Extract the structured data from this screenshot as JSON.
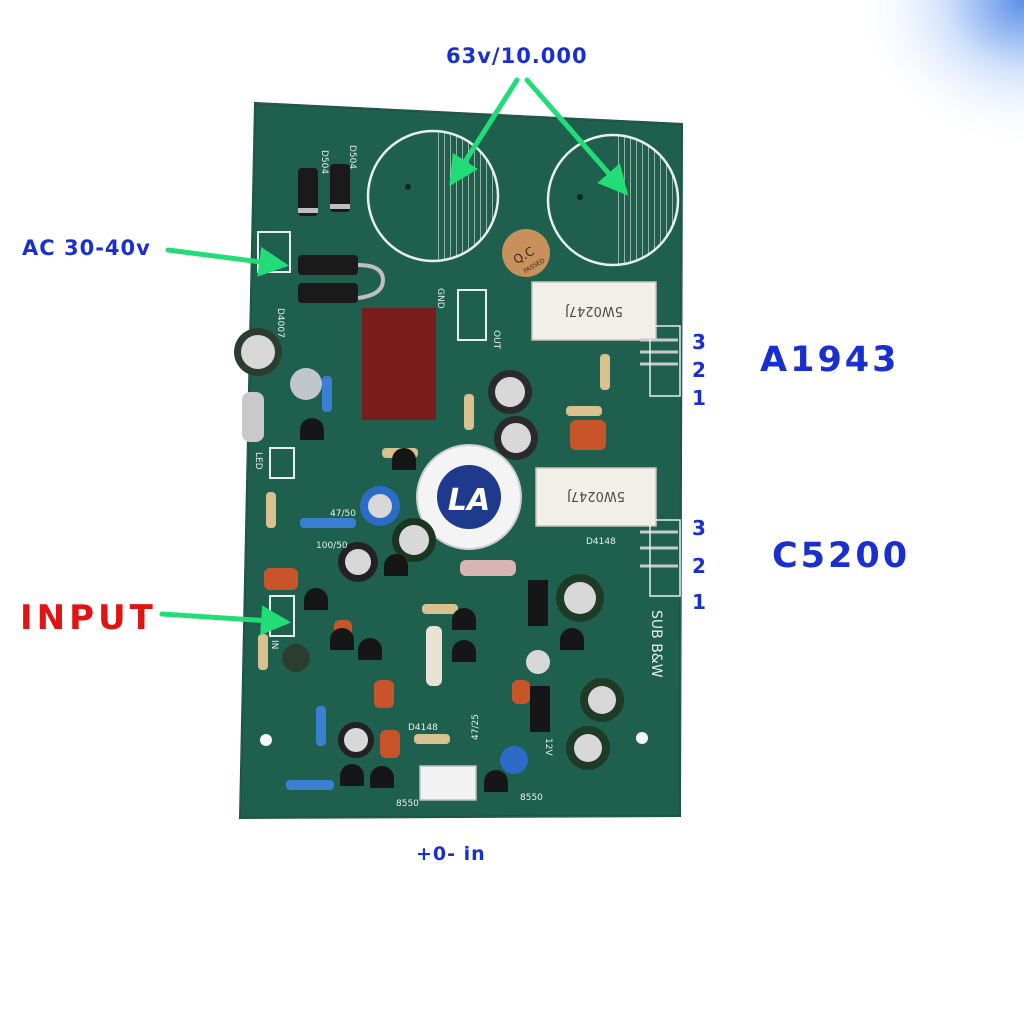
{
  "labels": {
    "capacitor_spec": "63v/10.000",
    "ac_input": "AC 30-40v",
    "input": "INPUT",
    "power_connector": "+0- in",
    "transistor_top": "A1943",
    "transistor_bottom": "C5200",
    "pins_top": [
      "3",
      "2",
      "1"
    ],
    "pins_bottom": [
      "3",
      "2",
      "1"
    ]
  },
  "board": {
    "silk_text": {
      "diode_a": "D504",
      "diode_b": "D504",
      "qc": "Q.C",
      "qc_sub": "PASSED",
      "gnd": "GND",
      "out": "OUT",
      "resistor_a": "5W0247J",
      "resistor_b": "5W0247J",
      "sub": "SUB B&W",
      "logo": "LA",
      "d4148_a": "D4148",
      "d4148_b": "D4148",
      "t8550_a": "8550",
      "t8550_b": "8550",
      "cap_100_50": "100/50",
      "cap_47_50": "47/50",
      "cap_47_25": "47/25",
      "v12": "12V",
      "led": "LED",
      "d4007": "D4007",
      "in": "IN"
    }
  },
  "colors": {
    "label_blue": "#1a2fd0",
    "label_red": "#e11414",
    "arrow_green": "#22dd77",
    "pcb_green": "#1f5f4e"
  }
}
